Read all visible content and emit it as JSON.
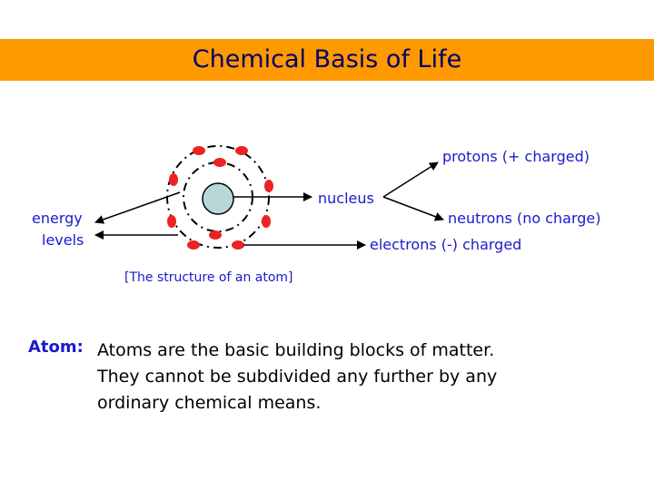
{
  "slide": {
    "title": "Chemical Basis of Life"
  },
  "diagram": {
    "labels": {
      "nucleus": "nucleus",
      "protons": "protons (+ charged)",
      "neutrons": "neutrons (no charge)",
      "electrons": "electrons (-) charged",
      "energy": "energy",
      "levels": "levels",
      "caption": "[The structure of an atom]"
    },
    "colors": {
      "nucleus_fill": "#b8d8d8",
      "electron_fill": "#ee2222",
      "label_text": "#1a1acc",
      "title_bar": "#ff9900",
      "title_text": "#000066"
    }
  },
  "definition": {
    "term": "Atom:",
    "lines": [
      "Atoms are the basic building blocks of matter.",
      "They cannot be subdivided any further by any",
      "ordinary chemical means."
    ]
  }
}
